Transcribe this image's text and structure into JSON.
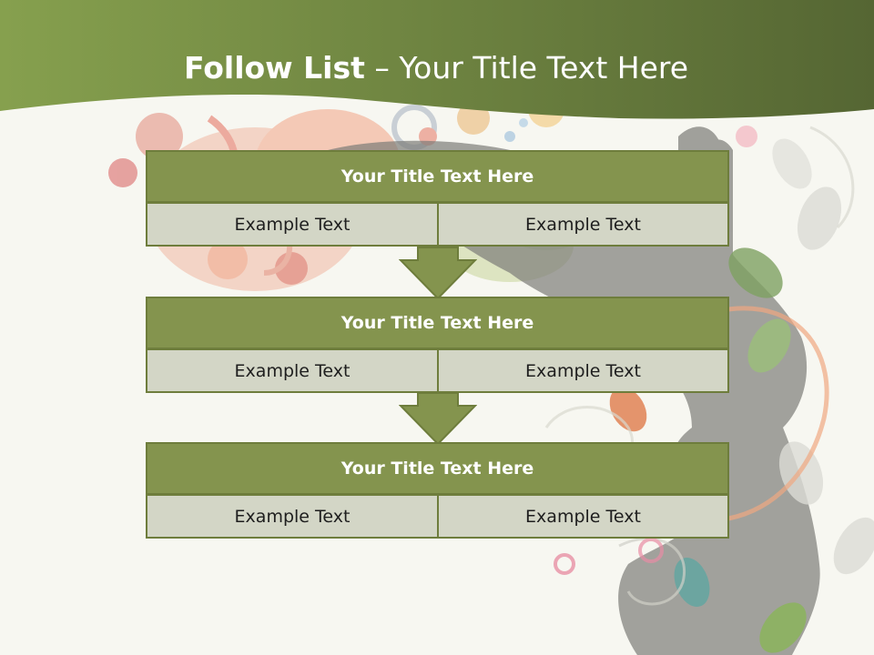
{
  "slide": {
    "title_bold": "Follow List",
    "title_rest": "  – Your Title Text Here"
  },
  "steps": [
    {
      "title": "Your Title Text Here",
      "left": "Example Text",
      "right": "Example Text"
    },
    {
      "title": "Your Title Text Here",
      "left": "Example Text",
      "right": "Example Text"
    },
    {
      "title": "Your Title Text Here",
      "left": "Example Text",
      "right": "Example Text"
    }
  ],
  "colors": {
    "header_band": "#6f8440",
    "step_header": "#84944e",
    "step_cell": "#d3d6c6",
    "border": "#6e7d3c",
    "arrow": "#84944e"
  }
}
